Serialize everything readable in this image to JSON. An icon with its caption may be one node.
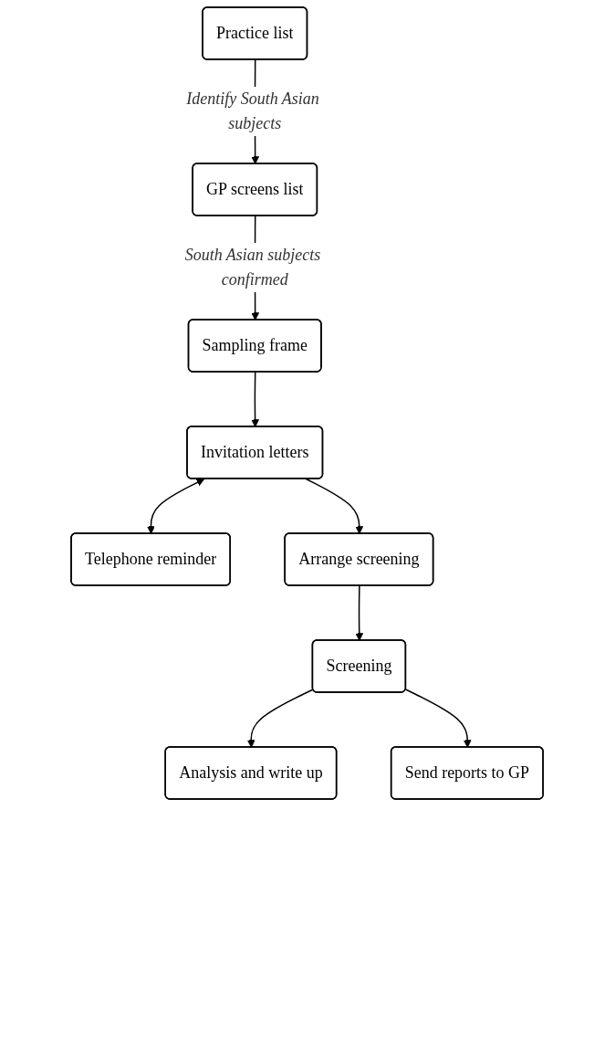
{
  "diagram": {
    "nodes": [
      {
        "text": [
          "Practice list"
        ]
      },
      {
        "text": [
          "GP screens list"
        ]
      },
      {
        "text": [
          "Sampling frame"
        ]
      },
      {
        "text": [
          "Invitation letters"
        ]
      },
      {
        "text": [
          "Telephone reminder"
        ]
      },
      {
        "text": [
          "Arrange screening"
        ]
      },
      {
        "text": [
          "Screening"
        ]
      },
      {
        "text": [
          "Analysis and write up"
        ]
      },
      {
        "text": [
          "Send reports to GP"
        ]
      }
    ],
    "edges": [
      {
        "from": 0,
        "to": 1,
        "arrow": "to",
        "label": "Identify South Asian subjects"
      },
      {
        "from": 1,
        "to": 2,
        "arrow": "to",
        "label": "South Asian subjects confirmed"
      },
      {
        "from": 2,
        "to": 3,
        "arrow": "to"
      },
      {
        "from": 3,
        "to": 4,
        "arrow": "both"
      },
      {
        "from": 3,
        "to": 5,
        "arrow": "to"
      },
      {
        "from": 5,
        "to": 6,
        "arrow": "to"
      },
      {
        "from": 6,
        "to": 7,
        "arrow": "to"
      },
      {
        "from": 6,
        "to": 8,
        "arrow": "to"
      }
    ]
  }
}
